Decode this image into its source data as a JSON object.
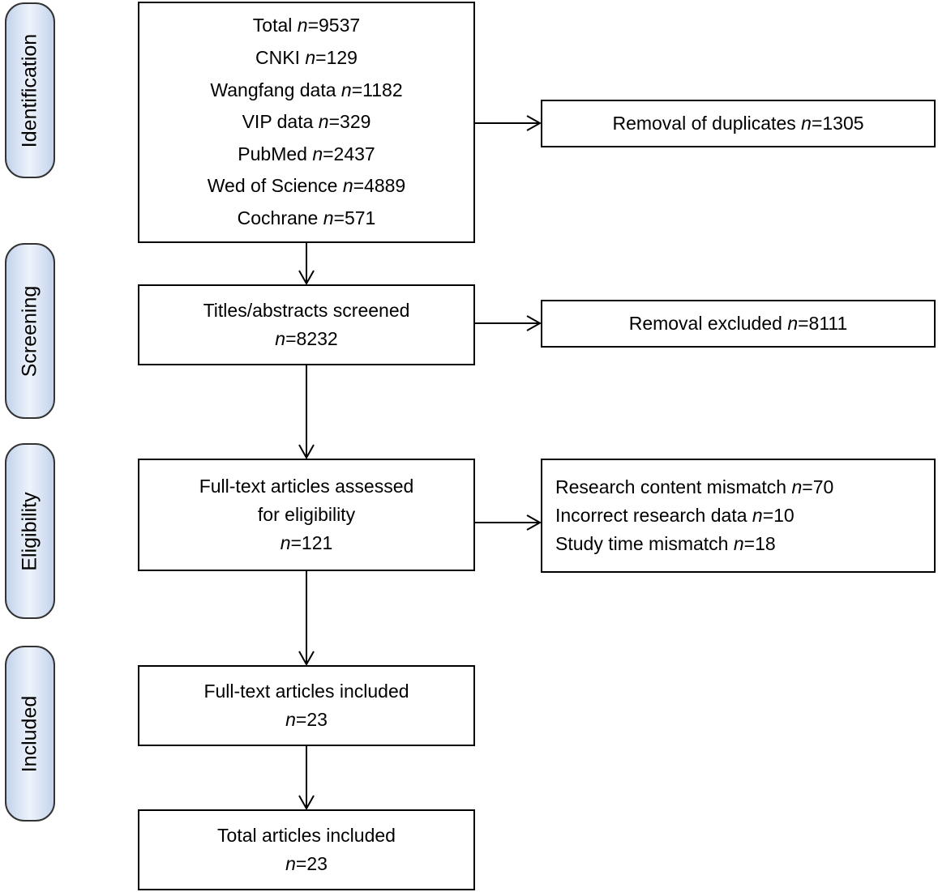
{
  "phases": {
    "identification": "Identification",
    "screening": "Screening",
    "eligibility": "Eligibility",
    "included": "Included"
  },
  "identification_box": {
    "lines": [
      {
        "label": "Total",
        "value": "=9537"
      },
      {
        "label": "CNKI",
        "value": "=129"
      },
      {
        "label": "Wangfang data",
        "value": "=1182"
      },
      {
        "label": "VIP data",
        "value": "=329"
      },
      {
        "label": "PubMed",
        "value": "=2437"
      },
      {
        "label": "Wed of Science",
        "value": "=4889"
      },
      {
        "label": "Cochrane",
        "value": "=571"
      }
    ]
  },
  "duplicates_box": {
    "label": "Removal of duplicates",
    "value": "=1305"
  },
  "screening_box": {
    "title": "Titles/abstracts screened",
    "value": "=8232"
  },
  "excluded_box": {
    "label": "Removal excluded",
    "value": "=8111"
  },
  "eligibility_box": {
    "title_line1": "Full-text articles assessed",
    "title_line2": "for eligibility",
    "value": "=121"
  },
  "mismatch_box": {
    "lines": [
      {
        "label": "Research content mismatch",
        "value": "=70"
      },
      {
        "label": "Incorrect research data",
        "value": "=10"
      },
      {
        "label": "Study time mismatch",
        "value": "=18"
      }
    ]
  },
  "included_box": {
    "title": "Full-text articles included",
    "value": "=23"
  },
  "total_box": {
    "title": "Total articles included",
    "value": "=23"
  },
  "n_symbol": "n"
}
